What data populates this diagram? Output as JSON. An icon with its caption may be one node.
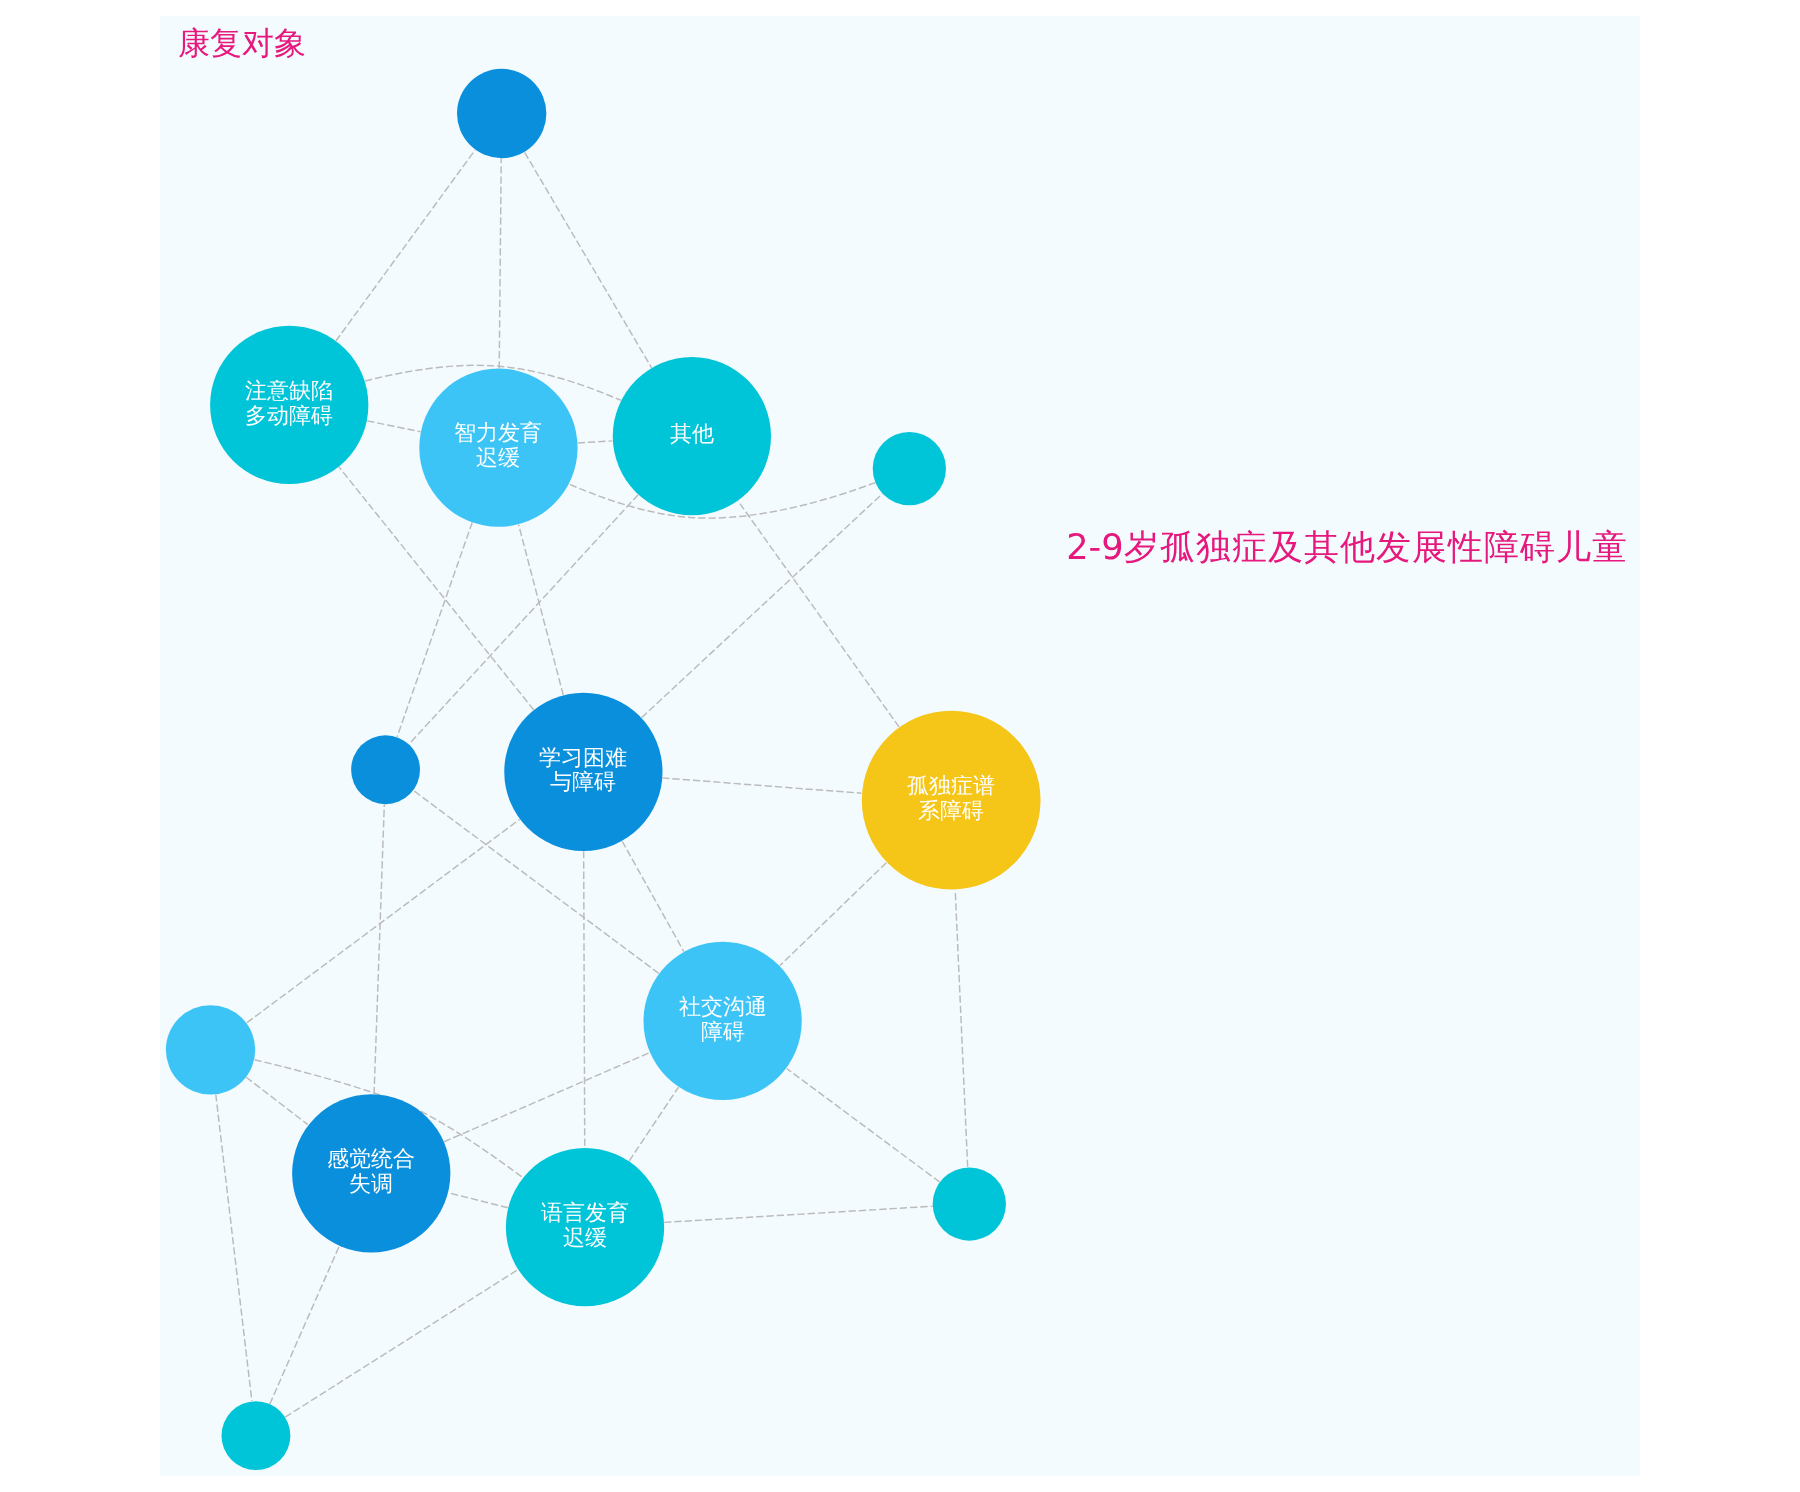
{
  "diagram": {
    "title": "康复对象",
    "nodes": [
      {
        "text": [],
        "shape": "circle"
      },
      {
        "text": [
          "学习困难与障碍"
        ]
      },
      {
        "text": [],
        "shape": "circle"
      },
      {
        "text": [
          "注意缺陷多动障碍"
        ]
      },
      {
        "text": [
          "语言发育迟缓"
        ]
      },
      {
        "text": [
          "孤独症谱系障碍"
        ]
      },
      {
        "text": [
          "智力发育迟缓"
        ]
      },
      {
        "text": [],
        "shape": "circle"
      },
      {
        "text": [],
        "shape": "circle"
      },
      {
        "text": [],
        "shape": "circle"
      },
      {
        "text": [
          "其他"
        ]
      },
      {
        "text": [
          "感觉统合失调"
        ]
      },
      {
        "text": [
          "社交沟通障碍"
        ]
      },
      {
        "text": [],
        "shape": "circle"
      }
    ],
    "edges": [
      {
        "from": 0,
        "to": 1,
        "arrow": "none"
      },
      {
        "from": 0,
        "to": 8,
        "arrow": "none"
      },
      {
        "from": 0,
        "to": 4,
        "arrow": "none"
      },
      {
        "from": 0,
        "to": 11,
        "arrow": "none"
      },
      {
        "from": 4,
        "to": 11,
        "arrow": "none"
      },
      {
        "from": 8,
        "to": 4,
        "arrow": "none"
      },
      {
        "from": 8,
        "to": 11,
        "arrow": "none"
      },
      {
        "from": 1,
        "to": 4,
        "arrow": "none"
      },
      {
        "from": 1,
        "to": 3,
        "arrow": "none"
      },
      {
        "from": 1,
        "to": 2,
        "arrow": "none"
      },
      {
        "from": 1,
        "to": 6,
        "arrow": "none"
      },
      {
        "from": 1,
        "to": 5,
        "arrow": "none"
      },
      {
        "from": 1,
        "to": 12,
        "arrow": "none"
      },
      {
        "from": 5,
        "to": 12,
        "arrow": "none"
      },
      {
        "from": 4,
        "to": 12,
        "arrow": "none"
      },
      {
        "from": 4,
        "to": 9,
        "arrow": "none"
      },
      {
        "from": 9,
        "to": 5,
        "arrow": "none"
      },
      {
        "from": 9,
        "to": 12,
        "arrow": "none"
      },
      {
        "from": 11,
        "to": 12,
        "arrow": "none"
      },
      {
        "from": 11,
        "to": 13,
        "arrow": "none"
      },
      {
        "from": 12,
        "to": 13,
        "arrow": "none"
      },
      {
        "from": 5,
        "to": 10,
        "arrow": "none"
      },
      {
        "from": 2,
        "to": 6,
        "arrow": "none"
      },
      {
        "from": 6,
        "to": 13,
        "arrow": "none"
      },
      {
        "from": 6,
        "to": 10,
        "arrow": "none"
      },
      {
        "from": 3,
        "to": 6,
        "arrow": "none"
      },
      {
        "from": 3,
        "to": 10,
        "arrow": "none"
      },
      {
        "from": 3,
        "to": 7,
        "arrow": "none"
      },
      {
        "from": 6,
        "to": 7,
        "arrow": "none"
      },
      {
        "from": 7,
        "to": 10,
        "arrow": "none"
      },
      {
        "from": 10,
        "to": 13,
        "arrow": "none"
      }
    ],
    "labels": [
      "2-9岁孤独症及其他发展性障碍儿童"
    ]
  }
}
